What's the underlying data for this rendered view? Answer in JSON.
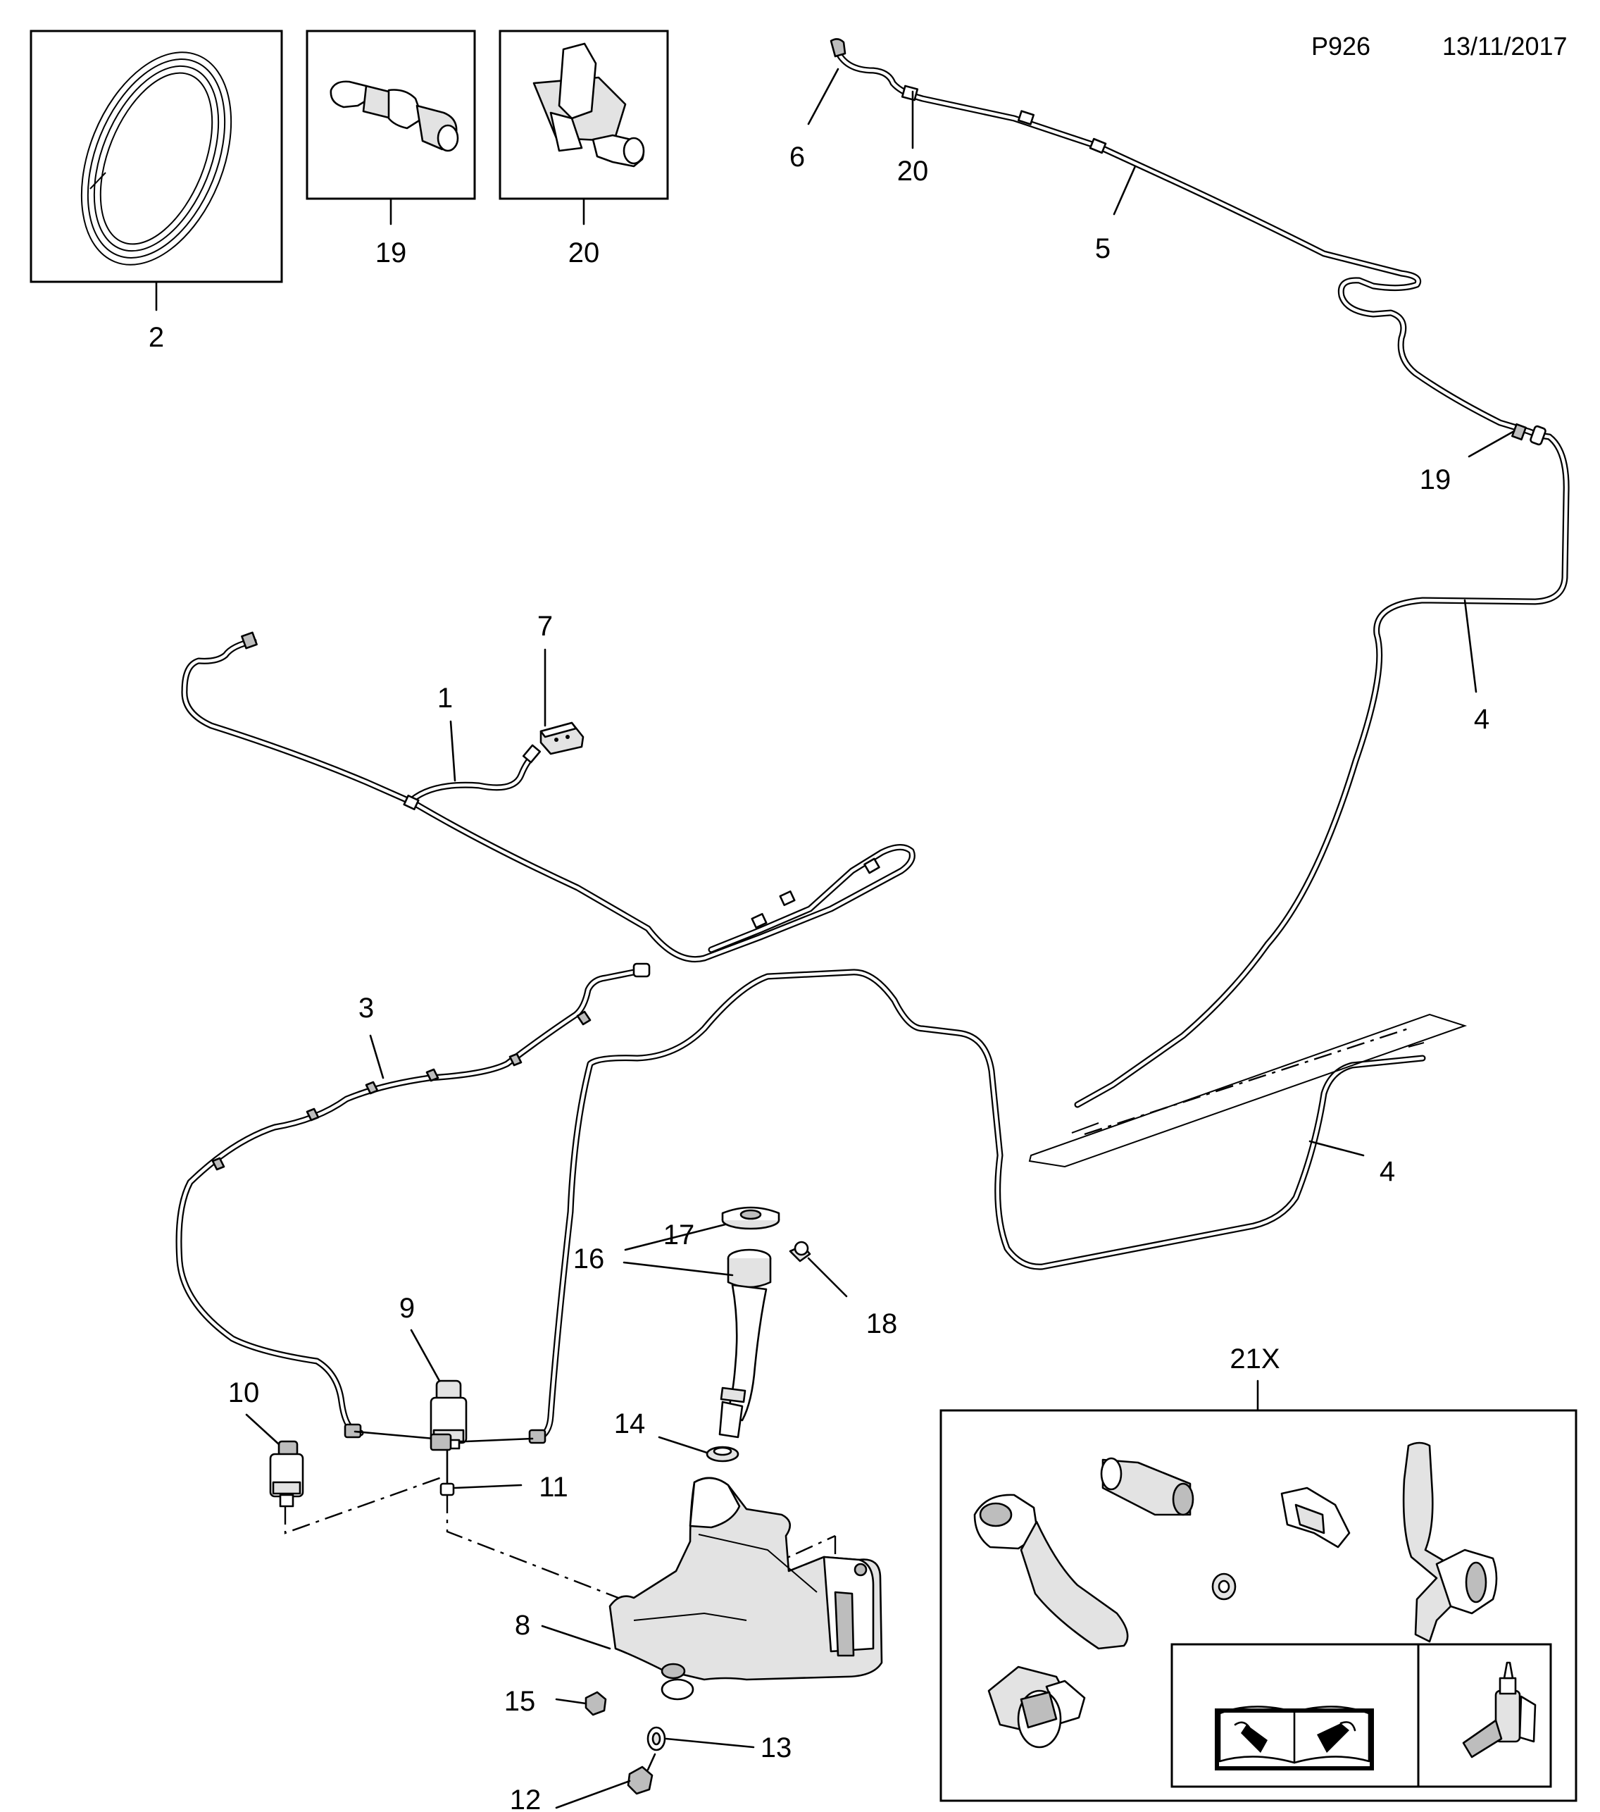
{
  "header": {
    "code": "P926",
    "date": "13/11/2017"
  },
  "callouts": {
    "c1": "1",
    "c2": "2",
    "c3": "3",
    "c4a": "4",
    "c4b": "4",
    "c5": "5",
    "c6": "6",
    "c7": "7",
    "c8": "8",
    "c9": "9",
    "c10": "10",
    "c11": "11",
    "c12": "12",
    "c13": "13",
    "c14": "14",
    "c15": "15",
    "c16": "16",
    "c17": "17",
    "c18": "18",
    "c19_inset": "19",
    "c19_main": "19",
    "c20_inset": "20",
    "c20_main": "20",
    "c21x": "21X"
  },
  "icons": {
    "kit_manual": "repair-manual-book-icon",
    "kit_adhesive": "adhesive-bottle-icon"
  }
}
